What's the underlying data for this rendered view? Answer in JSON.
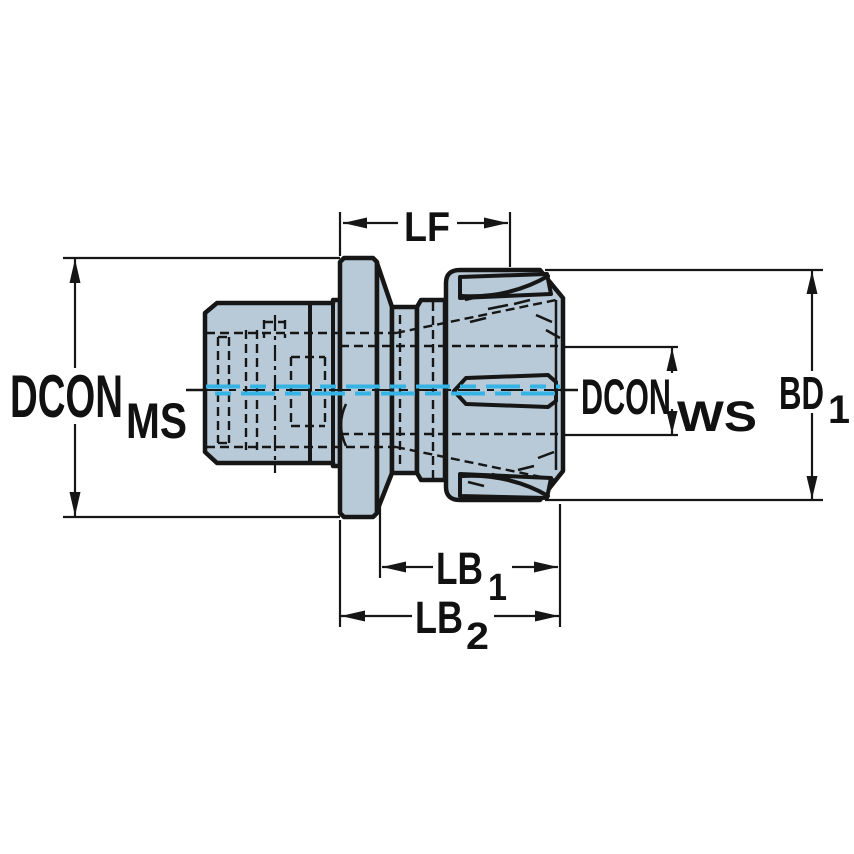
{
  "drawing": {
    "type": "engineering-dimension-diagram",
    "subject": "collet chuck adaptor side view with dimension callouts",
    "labels": {
      "lf": "LF",
      "dcon_ms_main": "DCON",
      "dcon_ms_sub": "MS",
      "dcon_ws_main": "DCON",
      "dcon_ws_sub": "WS",
      "bd1_main": "BD",
      "bd1_sub": "1",
      "lb1_main": "LB",
      "lb1_sub": "1",
      "lb2_main": "LB",
      "lb2_sub": "2"
    },
    "colors": {
      "body_fill": "#b8cad7",
      "outline": "#161616",
      "centerline_blue": "#36b3e5",
      "dimension": "#161616",
      "background": "#ffffff"
    }
  }
}
